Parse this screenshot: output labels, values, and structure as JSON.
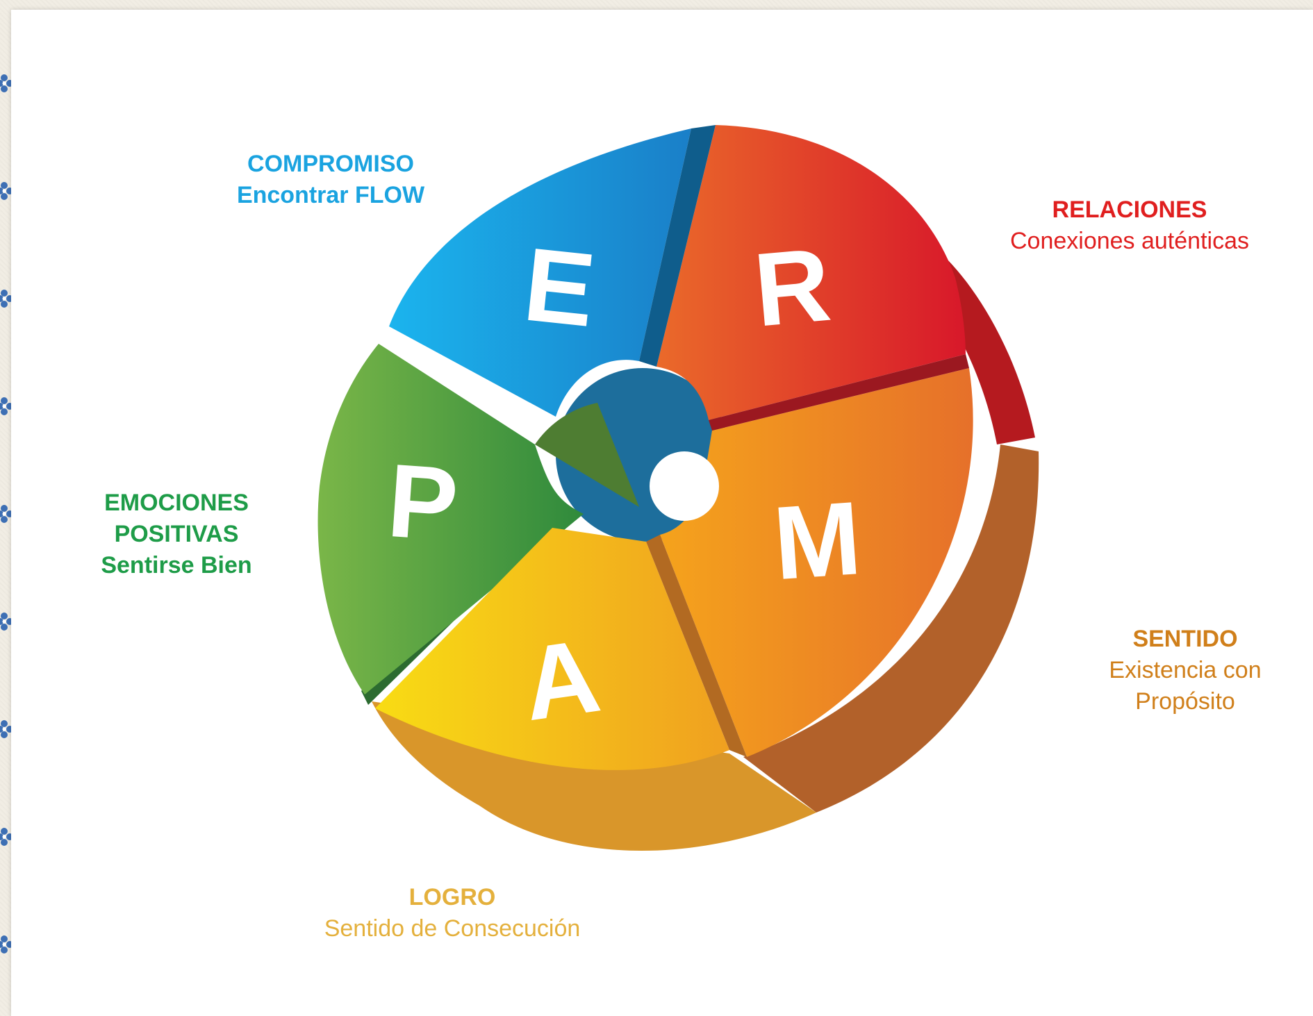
{
  "segments": [
    {
      "letter": "P",
      "title": "EMOCIONES POSITIVAS",
      "title_line1": "EMOCIONES",
      "title_line2": "POSITIVAS",
      "subtitle": "Sentirse Bien",
      "color": "#3f9a3e",
      "label_color": "#1e9c48"
    },
    {
      "letter": "E",
      "title": "COMPROMISO",
      "subtitle": "Encontrar FLOW",
      "color": "#1a9fe0",
      "label_color": "#1aa3e0"
    },
    {
      "letter": "R",
      "title": "RELACIONES",
      "subtitle": "Conexiones auténticas",
      "color": "#e0442a",
      "label_color": "#e01f1f"
    },
    {
      "letter": "M",
      "title": "SENTIDO",
      "subtitle_line1": "Existencia con",
      "subtitle_line2": "Propósito",
      "color": "#ee8a22",
      "label_color": "#d07f1a"
    },
    {
      "letter": "A",
      "title": "LOGRO",
      "subtitle": "Sentido de Consecución",
      "color": "#f2b31a",
      "label_color": "#e4b03c"
    }
  ],
  "decoration": {
    "side_bullet_icon": "flower-icon",
    "side_bullet_color": "#3d6fb4"
  }
}
